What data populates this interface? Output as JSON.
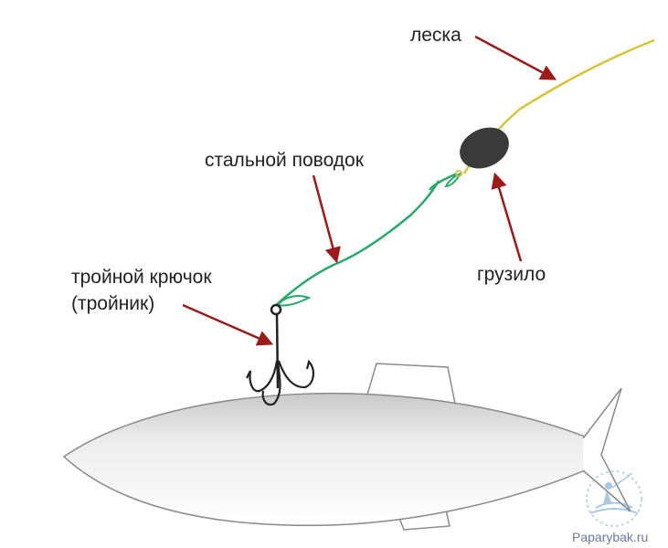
{
  "labels": {
    "line": "леска",
    "leader": "стальной поводок",
    "hook_line1": "тройной крючок",
    "hook_line2": "(тройник)",
    "sinker": "грузило"
  },
  "watermark": {
    "text": "Paparybak.ru"
  },
  "colors": {
    "fishing_line": "#d4c43a",
    "steel_leader": "#2aa86a",
    "sinker": "#3a3a3a",
    "arrow": "#9b1b1b",
    "fish_outline": "#8a8a8a",
    "hook": "#222222"
  },
  "icons": {
    "watermark_logo": "fisherman-logo-icon"
  }
}
